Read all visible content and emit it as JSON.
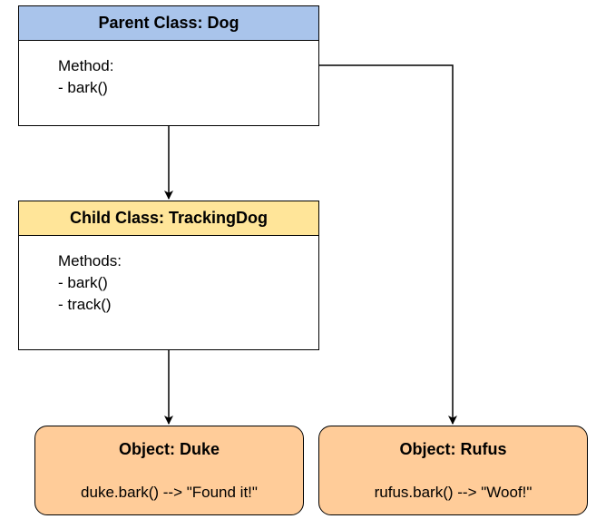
{
  "colors": {
    "parent_header": "#a9c4eb",
    "child_header": "#ffe599",
    "object_fill": "#ffcc99",
    "stroke": "#000000"
  },
  "parent": {
    "title": "Parent Class: Dog",
    "methods_label": "Method:",
    "methods": [
      "- bark()"
    ]
  },
  "child": {
    "title": "Child Class: TrackingDog",
    "methods_label": "Methods:",
    "methods": [
      "- bark()",
      "- track()"
    ]
  },
  "objects": [
    {
      "title": "Object: Duke",
      "call": "duke.bark() --> \"Found it!\""
    },
    {
      "title": "Object: Rufus",
      "call": "rufus.bark() --> \"Woof!\""
    }
  ]
}
